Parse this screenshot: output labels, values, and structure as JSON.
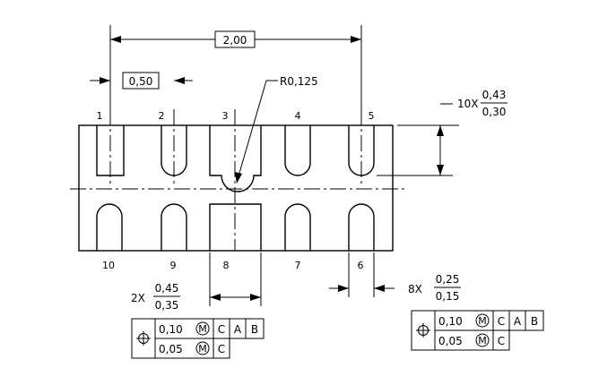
{
  "dimensions": {
    "overall_pitch": "2,00",
    "pitch": "0,50",
    "corner_radius": "R0,125",
    "pad_length": {
      "count": "10X",
      "upper": "0,43",
      "lower": "0,30"
    },
    "center_pad_width": {
      "count": "2X",
      "upper": "0,45",
      "lower": "0,35"
    },
    "pad_width": {
      "count": "8X",
      "upper": "0,25",
      "lower": "0,15"
    }
  },
  "pin_labels": {
    "top": [
      "1",
      "2",
      "3",
      "4",
      "5"
    ],
    "bottom": [
      "10",
      "9",
      "8",
      "7",
      "6"
    ]
  },
  "feature_control_frames": {
    "left": {
      "row1": {
        "tolerance": "0,10",
        "modifier": "M",
        "datums": [
          "C",
          "A",
          "B"
        ]
      },
      "row2": {
        "tolerance": "0,05",
        "modifier": "M",
        "datums": [
          "C"
        ]
      }
    },
    "right": {
      "row1": {
        "tolerance": "0,10",
        "modifier": "M",
        "datums": [
          "C",
          "A",
          "B"
        ]
      },
      "row2": {
        "tolerance": "0,05",
        "modifier": "M",
        "datums": [
          "C"
        ]
      }
    }
  }
}
